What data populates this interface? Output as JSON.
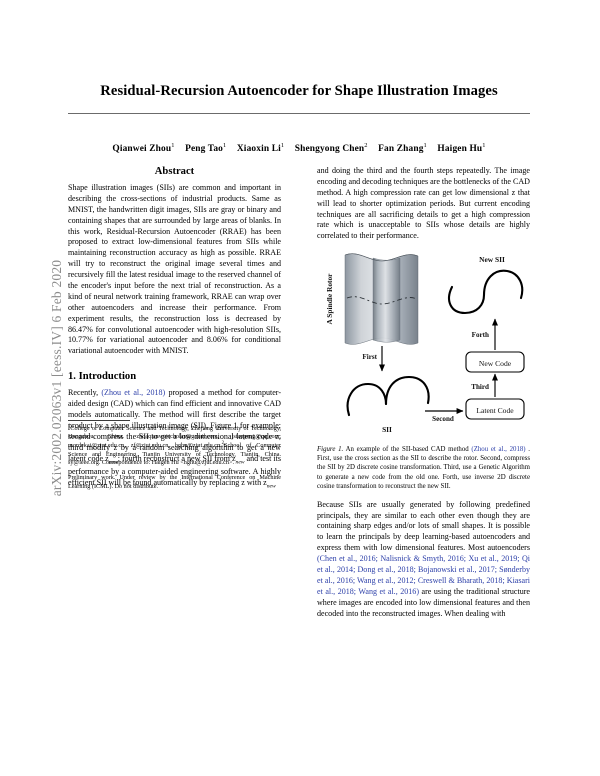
{
  "arxiv": {
    "stamp": "arXiv:2002.02063v1  [eess.IV]  6 Feb 2020"
  },
  "paper": {
    "title": "Residual-Recursion Autoencoder for Shape Illustration Images",
    "authors": [
      {
        "name": "Qianwei Zhou",
        "affil": "1"
      },
      {
        "name": "Peng Tao",
        "affil": "1"
      },
      {
        "name": "Xiaoxin Li",
        "affil": "1"
      },
      {
        "name": "Shengyong Chen",
        "affil": "2"
      },
      {
        "name": "Fan Zhang",
        "affil": "1"
      },
      {
        "name": "Haigen Hu",
        "affil": "1"
      }
    ]
  },
  "abstract": {
    "heading": "Abstract",
    "text": "Shape illustration images (SIIs) are common and important in describing the cross-sections of industrial products. Same as MNIST, the handwritten digit images, SIIs are gray or binary and containing shapes that are surrounded by large areas of blanks. In this work, Residual-Recursion Autoencoder (RRAE) has been proposed to extract low-dimensional features from SIIs while maintaining reconstruction accuracy as high as possible. RRAE will try to reconstruct the original image several times and recursively fill the latest residual image to the reserved channel of the encoder's input before the next trial of reconstruction. As a kind of neural network training framework, RRAE can wrap over other autoencoders and increase their performance. From experiment results, the reconstruction loss is decreased by 86.47% for convolutional autoencoder with high-resolution SIIs, 10.77% for variational autoencoder and 8.06% for conditional variational autoencoder with MNIST."
  },
  "introduction": {
    "heading": "1. Introduction",
    "para1_pre": "Recently, ",
    "para1_cite": "(Zhou et al., 2018)",
    "para1_post": " proposed a method for computer-aided design (CAD) which can find efficient and innovative CAD models automatically. The method will first describe the target product by a shape illustration image (SII), Figure 1 for example; second compress the SII to get a low dimensional latent code z; third modify z by a random searching algorithm to get a new latent code z",
    "para1_sub1": "new",
    "para1_mid": "; fourth reconstruct a new SII from z",
    "para1_sub2": "new",
    "para1_mid2": " and test its performance by a computer-aided engineering software. A highly efficient SII will be found automatically by replacing z with z",
    "para1_sub3": "new"
  },
  "footnote": {
    "line1_sup": "1",
    "line1": "College of Computer Science and Technology, Zhejiang University of Technology, Hangzhou, China. zhoaqianweischolar@gmail.com, jstaopeng@qq.com, mordekai@zjut.edu.cn, zf@zjut.edu.cn, hghu@zjut.edu.cn.",
    "line2_sup": "2",
    "line2": "School of Computer Science and Engineering, Tianjin University of Technology, Tianjin, China. sy@ieee.org. Correspondence to: Haigen Hu <hghu@zjut.edu.cn>.",
    "note": "Preliminary work. Under review by the International Conference on Machine Learning (ICML). Do not distribute."
  },
  "right_column": {
    "para1": "and doing the third and the fourth steps repeatedly. The image encoding and decoding techniques are the bottlenecks of the CAD method. A high compression rate can get low dimensional z that will lead to shorter optimization periods. But current encoding techniques are all sacrificing details to get a high compression rate which is unacceptable to SIIs whose details are highly correlated to their performance.",
    "para2_pre": "Because SIIs are usually generated by following predefined principals, they are similar to each other even though they are containing sharp edges and/or lots of small shapes. It is possible to learn the principals by deep learning-based autoencoders and express them with low dimensional features. Most autoencoders ",
    "para2_cites": "(Chen et al., 2016; Nalisnick & Smyth, 2016; Xu et al., 2019; Qi et al., 2014; Dong et al., 2018; Bojanowski et al., 2017; Sønderby et al., 2016; Wang et al., 2012; Creswell & Bharath, 2018; Kiasari et al., 2018; Wang et al., 2016)",
    "para2_post": " are using the traditional structure where images are encoded into low dimensional features and then decoded into the reconstructed images. When dealing with"
  },
  "figure": {
    "label": "Figure 1.",
    "caption_pre": " An example of the SII-based CAD method ",
    "caption_cite": "(Zhou et al., 2018)",
    "caption_post": " . First, use the cross section as the SII to describe the rotor. Second, compress the SII by 2D discrete cosine transformation. Third, use a Genetic Algorithm to generate a new code from the old one. Forth, use inverse 2D discrete cosine transformation to reconstruct the new SII.",
    "diagram": {
      "rotor_label": "A Spindle Rotor",
      "sii_label": "SII",
      "new_sii_label": "New SII",
      "latent_code_label": "Latent Code",
      "new_code_label": "New Code",
      "step_first": "First",
      "step_second": "Second",
      "step_third": "Third",
      "step_forth": "Forth"
    }
  },
  "colors": {
    "citation_blue": "#2b3ea8",
    "arxiv_gray": "#8c8c8c",
    "rotor_gray_light": "#d8dbe0",
    "rotor_gray_mid": "#9aa3ad",
    "rotor_gray_dark": "#6e7780"
  }
}
